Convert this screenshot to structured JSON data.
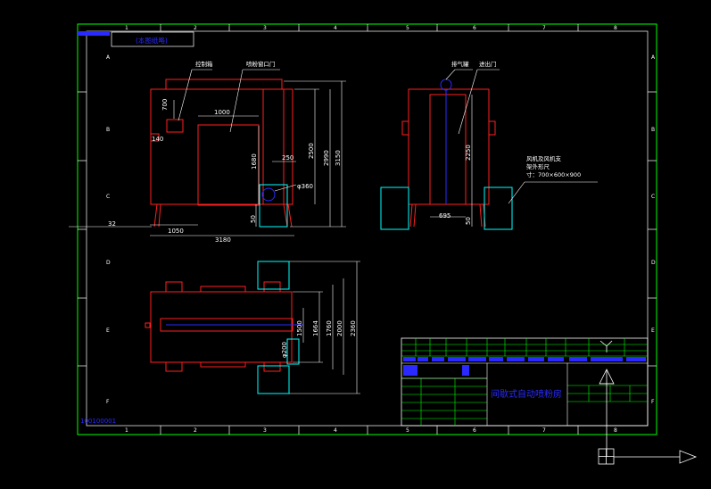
{
  "colors": {
    "background": "#000000",
    "frame": "#00ff00",
    "geometry": "#ff2020",
    "dimension": "#ffffff",
    "aux": "#00ffff",
    "title_text": "#3030ff"
  },
  "title_tab": "(本图纸略)",
  "zones": {
    "top": [
      "1",
      "2",
      "3",
      "4",
      "5",
      "6",
      "7",
      "8"
    ],
    "bottom": [
      "1",
      "2",
      "3",
      "4",
      "5",
      "6",
      "7",
      "8"
    ],
    "left": [
      "A",
      "B",
      "C",
      "D",
      "E",
      "F"
    ],
    "right": [
      "A",
      "B",
      "C",
      "D",
      "E",
      "F"
    ]
  },
  "front_view": {
    "callout_control_box": "控制箱",
    "callout_window": "喷粉窗口门",
    "dims": {
      "d700": "700",
      "d1000": "1000",
      "d140": "140",
      "d1680": "1680",
      "d250": "250",
      "d2500": "2500",
      "d2990": "2990",
      "d3150": "3150",
      "d360": "φ360",
      "d50": "50",
      "d32": "32",
      "d1050": "1050",
      "d3180": "3180"
    }
  },
  "side_view": {
    "callout_vent": "排气罐",
    "callout_door": "进出门",
    "note_line1": "风机及风机支",
    "note_line2": "架外形尺",
    "note_line3": "寸：700×600×900",
    "dims": {
      "d2250": "2250",
      "d695": "695",
      "d50": "50"
    }
  },
  "plan_view": {
    "dims": {
      "d1500": "1500",
      "d1664": "1664",
      "d1760": "1760",
      "d2000": "2000",
      "d2360": "2360",
      "d200": "φ200"
    }
  },
  "title_block": {
    "drawing_title": "间歇式自动喷粉房",
    "corner_code": "100100001"
  }
}
